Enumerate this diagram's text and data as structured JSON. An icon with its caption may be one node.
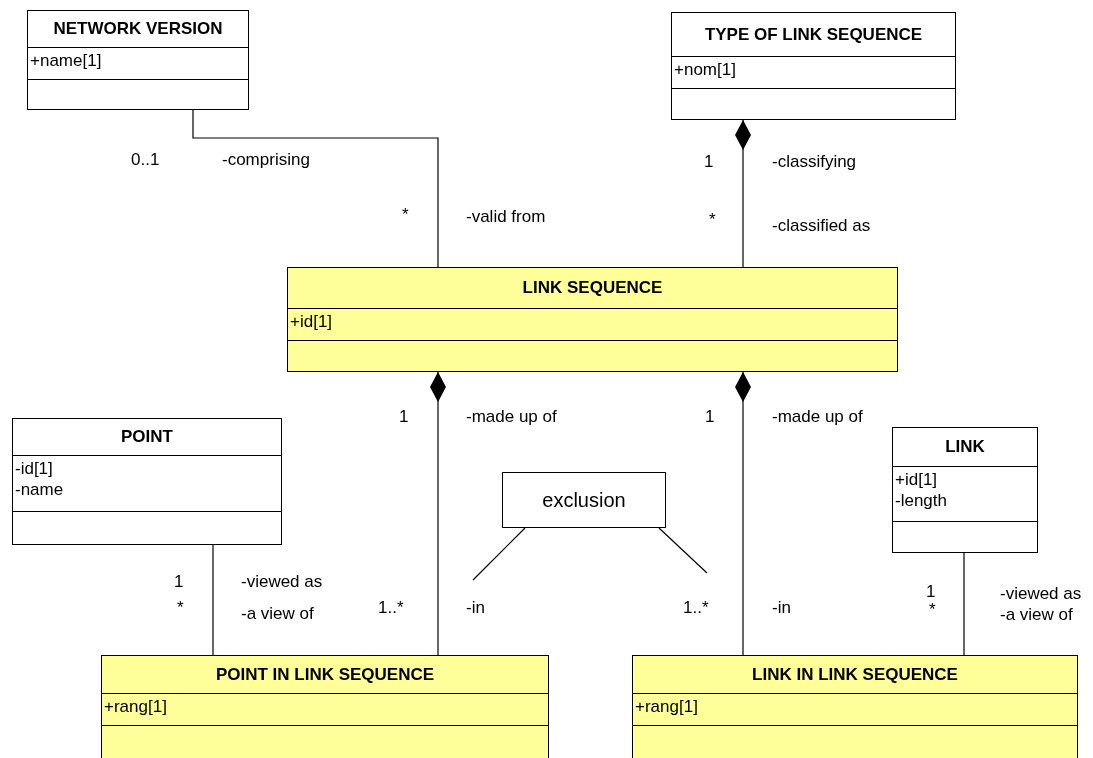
{
  "diagram": {
    "nodes": [
      {
        "text": [
          "NETWORK VERSION",
          "+name[1]"
        ]
      },
      {
        "text": [
          "TYPE OF LINK SEQUENCE",
          "+nom[1]"
        ]
      },
      {
        "text": [
          "LINK SEQUENCE",
          "+id[1]"
        ]
      },
      {
        "text": [
          "POINT",
          "-id[1]",
          "-name"
        ]
      },
      {
        "text": [
          "exclusion"
        ]
      },
      {
        "text": [
          "LINK",
          "+id[1]",
          "-length"
        ]
      },
      {
        "text": [
          "POINT IN LINK SEQUENCE",
          "+rang[1]"
        ]
      },
      {
        "text": [
          "LINK IN LINK SEQUENCE",
          "+rang[1]"
        ]
      }
    ],
    "edges": [
      {
        "from": 0,
        "to": 2,
        "arrow": "none"
      },
      {
        "from": 1,
        "to": 2,
        "arrow": "other"
      },
      {
        "from": 2,
        "to": 6,
        "arrow": "other"
      },
      {
        "from": 2,
        "to": 7,
        "arrow": "other"
      },
      {
        "from": 3,
        "to": 6,
        "arrow": "none"
      },
      {
        "from": 5,
        "to": 7,
        "arrow": "none"
      },
      {
        "from": 4,
        "to": null,
        "arrow": "none"
      },
      {
        "from": 4,
        "to": null,
        "arrow": "none"
      }
    ],
    "labels": [
      "0..1",
      "-comprising",
      "1",
      "-classifying",
      "*",
      "-valid from",
      "*",
      "-classified as",
      "1",
      "-made up of",
      "1",
      "-made up of",
      "1",
      "-viewed as",
      "1",
      "-viewed as",
      "*",
      "-a view of",
      "1..*",
      "-in",
      "1..*",
      "-in",
      "*",
      "-a view of"
    ]
  }
}
